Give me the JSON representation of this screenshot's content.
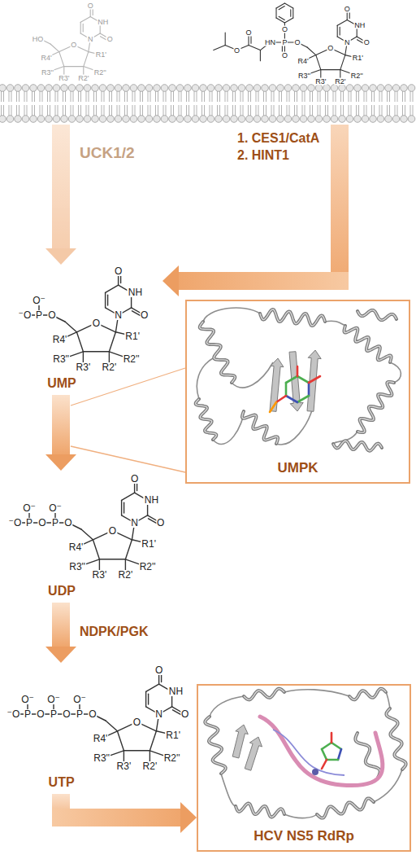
{
  "diagram": {
    "nodes": [
      {
        "text": [
          "HO",
          "O",
          "NH",
          "O",
          "N",
          "O",
          "R4'",
          "R3''",
          "R3'",
          "R2'",
          "R2''",
          "R1'"
        ]
      },
      {
        "text": [
          "O",
          "HN",
          "P",
          "O",
          "O",
          "O",
          "O",
          "O",
          "NH",
          "O",
          "N",
          "O",
          "R4'",
          "R3''",
          "R3'",
          "R2'",
          "R2''",
          "R1'"
        ]
      },
      {
        "text": [
          "UMP",
          "O⁻",
          "⁻O",
          "P",
          "O",
          "O",
          "NH",
          "O",
          "N",
          "O",
          "R4'",
          "R3''",
          "R3'",
          "R2'",
          "R2''",
          "R1'"
        ]
      },
      {
        "text": [
          "UMPK"
        ]
      },
      {
        "text": [
          "UDP",
          "O⁻",
          "O⁻",
          "⁻O",
          "P",
          "O",
          "P",
          "O",
          "O",
          "NH",
          "O",
          "N",
          "O",
          "R4'",
          "R3''",
          "R3'",
          "R2'",
          "R2''",
          "R1'"
        ]
      },
      {
        "text": [
          "UTP",
          "O⁻",
          "O⁻",
          "O⁻",
          "⁻O",
          "P",
          "O",
          "P",
          "O",
          "P",
          "O",
          "O",
          "NH",
          "O",
          "N",
          "O",
          "R4'",
          "R3''",
          "R3'",
          "R2'",
          "R2''",
          "R1'"
        ]
      },
      {
        "text": [
          "HCV NS5 RdRp"
        ]
      }
    ],
    "edges": [
      {
        "from": 0,
        "to": 2,
        "arrow": "to",
        "label": "UCK1/2"
      },
      {
        "from": 1,
        "to": 2,
        "arrow": "to",
        "label": "1. CES1/CatA 2. HINT1"
      },
      {
        "from": 2,
        "to": 4,
        "arrow": "to"
      },
      {
        "from": 4,
        "to": 5,
        "arrow": "to",
        "label": "NDPK/PGK"
      },
      {
        "from": 5,
        "to": 6,
        "arrow": "to"
      }
    ]
  }
}
